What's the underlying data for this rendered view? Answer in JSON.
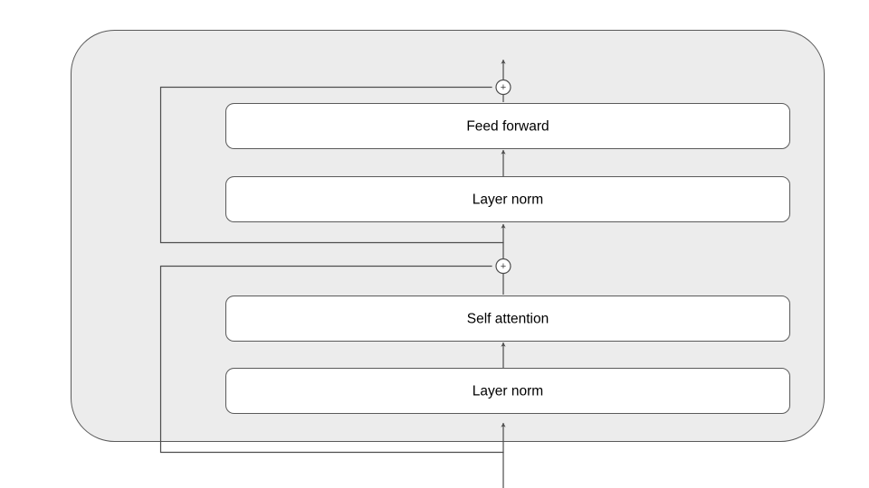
{
  "diagram": {
    "title": "Transformer block (pre-norm) diagram",
    "type": "block-diagram",
    "colors": {
      "outer_fill": "#ececec",
      "outer_stroke": "#5a5a5a",
      "block_fill": "#ffffff",
      "block_stroke": "#5a5a5a",
      "line": "#4d4d4d",
      "text": "#000000"
    },
    "outer_container": {
      "name": "transformer-block-container",
      "label": ""
    },
    "blocks": [
      {
        "id": "feed-forward",
        "label": "Feed forward"
      },
      {
        "id": "layer-norm-upper",
        "label": "Layer norm"
      },
      {
        "id": "self-attention",
        "label": "Self attention"
      },
      {
        "id": "layer-norm-lower",
        "label": "Layer norm"
      }
    ],
    "operators": [
      {
        "id": "add-upper",
        "symbol": "+",
        "name": "residual-add-upper"
      },
      {
        "id": "add-lower",
        "symbol": "+",
        "name": "residual-add-lower"
      }
    ],
    "connections": [
      {
        "id": "input-arrow",
        "from": "input",
        "to": "layer-norm-lower"
      },
      {
        "id": "ln-lower-to-attn",
        "from": "layer-norm-lower",
        "to": "self-attention"
      },
      {
        "id": "attn-to-add-lower",
        "from": "self-attention",
        "to": "add-lower"
      },
      {
        "id": "residual-lower",
        "from": "input",
        "to": "add-lower"
      },
      {
        "id": "add-lower-to-ln-upper",
        "from": "add-lower",
        "to": "layer-norm-upper"
      },
      {
        "id": "ln-upper-to-ff",
        "from": "layer-norm-upper",
        "to": "feed-forward"
      },
      {
        "id": "ff-to-add-upper",
        "from": "feed-forward",
        "to": "add-upper"
      },
      {
        "id": "residual-upper",
        "from": "add-lower-output",
        "to": "add-upper"
      },
      {
        "id": "output-arrow",
        "from": "add-upper",
        "to": "output"
      }
    ]
  }
}
